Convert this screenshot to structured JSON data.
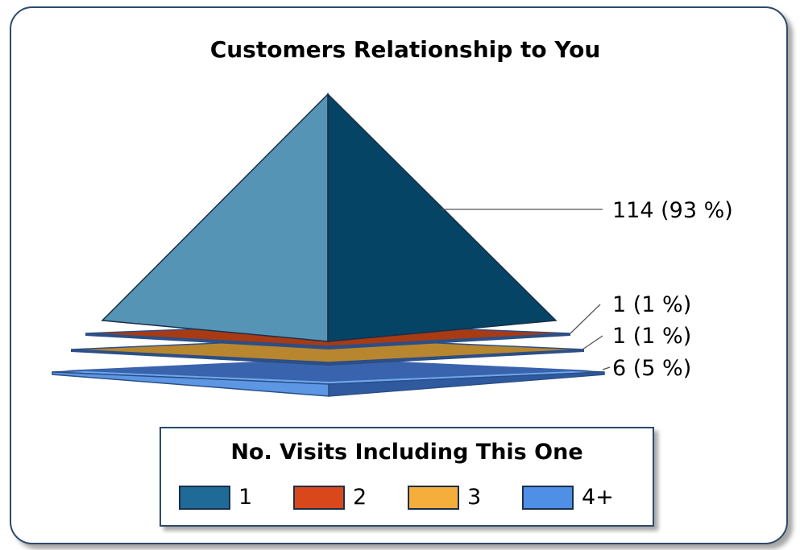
{
  "chart_data": {
    "type": "pyramid",
    "title": "Customers Relationship to You",
    "legend_title": "No. Visits Including This One",
    "legend_position": "bottom",
    "categories": [
      "1",
      "2",
      "3",
      "4+"
    ],
    "values": [
      114,
      1,
      1,
      6
    ],
    "percents": [
      93,
      1,
      1,
      5
    ],
    "data_labels": [
      "114 (93 %)",
      "1 (1 %)",
      "1 (1 %)",
      "6 (5 %)"
    ],
    "colors": [
      "#1f6a96",
      "#d9481a",
      "#f5ad3c",
      "#4f8fe6"
    ]
  }
}
